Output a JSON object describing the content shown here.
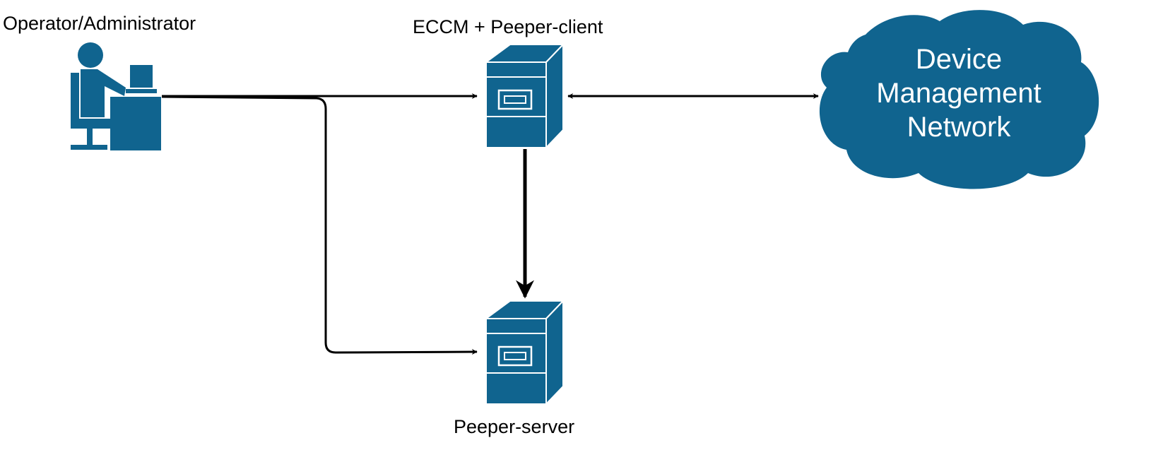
{
  "labels": {
    "operator": "Operator/Administrator",
    "eccm": "ECCM + Peeper-client",
    "peeper_server": "Peeper-server"
  },
  "cloud": {
    "lines": [
      "Device",
      "Management",
      "Network"
    ]
  },
  "colors": {
    "icon_fill": "#10648F",
    "icon_stroke": "#ffffff",
    "edge": "#000000",
    "background": "#ffffff"
  },
  "icons": {
    "operator": "user-at-workstation-icon",
    "eccm": "server-tower-icon",
    "peeper_server": "server-tower-icon",
    "cloud": "cloud-icon"
  }
}
